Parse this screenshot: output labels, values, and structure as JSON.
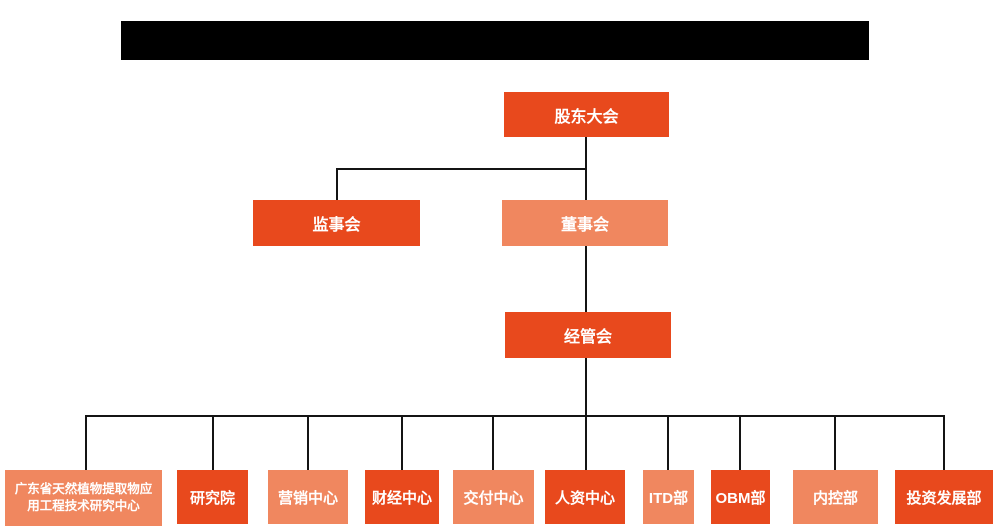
{
  "colors": {
    "dark": "#e8491d",
    "light": "#f0875f",
    "line": "#141414",
    "redacted": "#000000"
  },
  "org": {
    "level1": [
      {
        "label": "股东大会",
        "variant": "dark"
      }
    ],
    "level2": [
      {
        "label": "监事会",
        "variant": "dark"
      },
      {
        "label": "董事会",
        "variant": "light"
      }
    ],
    "level3": [
      {
        "label": "经管会",
        "variant": "dark"
      }
    ],
    "level4": [
      {
        "label": "广东省天然植物提取物应用工程技术研究中心",
        "variant": "light"
      },
      {
        "label": "研究院",
        "variant": "dark"
      },
      {
        "label": "营销中心",
        "variant": "light"
      },
      {
        "label": "财经中心",
        "variant": "dark"
      },
      {
        "label": "交付中心",
        "variant": "light"
      },
      {
        "label": "人资中心",
        "variant": "dark"
      },
      {
        "label": "ITD部",
        "variant": "light"
      },
      {
        "label": "OBM部",
        "variant": "dark"
      },
      {
        "label": "内控部",
        "variant": "light"
      },
      {
        "label": "投资发展部",
        "variant": "dark"
      }
    ]
  }
}
